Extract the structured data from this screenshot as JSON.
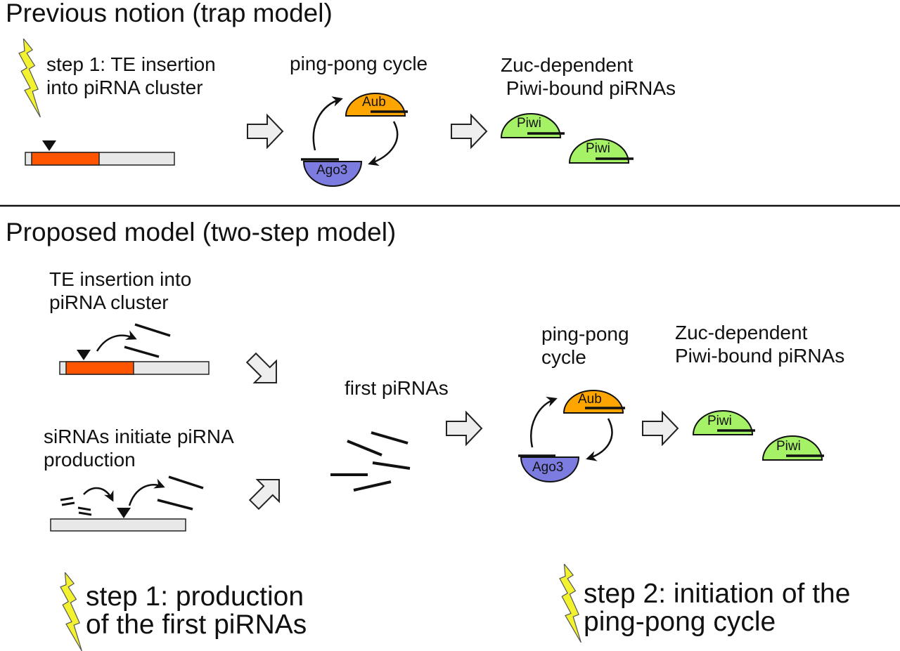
{
  "previous": {
    "title": "Previous notion (trap model)",
    "step1": "step 1: TE insertion\ninto piRNA cluster",
    "pingpong_label": "ping-pong cycle",
    "zuc_label": "Zuc-dependent\n Piwi-bound piRNAs",
    "proteins": {
      "aub": "Aub",
      "ago3": "Ago3",
      "piwi1": "Piwi",
      "piwi2": "Piwi"
    }
  },
  "proposed": {
    "title": "Proposed model (two-step model)",
    "te_label": "TE insertion into\npiRNA cluster",
    "sirna_label": "siRNAs initiate piRNA\nproduction",
    "first_pirnas": "first piRNAs",
    "pingpong_label": "ping-pong\ncycle",
    "zuc_label": "Zuc-dependent\nPiwi-bound piRNAs",
    "proteins": {
      "aub": "Aub",
      "ago3": "Ago3",
      "piwi1": "Piwi",
      "piwi2": "Piwi"
    },
    "step1": "step 1: production\nof the first piRNAs",
    "step2": "step 2: initiation of the\nping-pong cycle"
  },
  "colors": {
    "te": "#ff5500",
    "cluster": "#e8e8e8",
    "aub": "#ffa500",
    "ago3": "#7b7be0",
    "piwi": "#a6f266",
    "bolt": "#f2f230",
    "arrow_fill": "#eeeeee"
  }
}
